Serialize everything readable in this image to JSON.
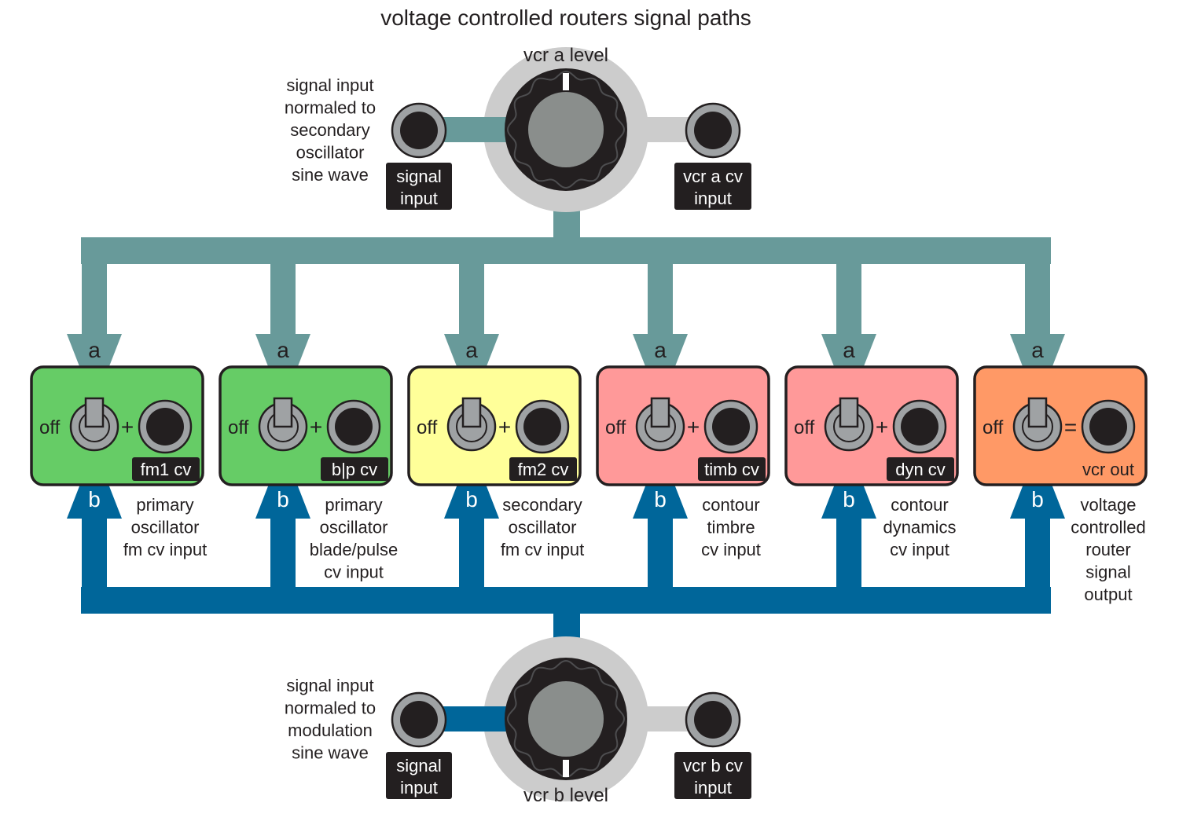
{
  "title": "voltage controlled routers signal paths",
  "colors": {
    "path_a": "#689a9a",
    "path_b": "#00669a",
    "gray_path": "#cccccc",
    "knob_dark": "#231f20",
    "knob_cap": "#8a8e8c",
    "jack_ring": "#9fa2a4",
    "jack_hole": "#231f20",
    "label_bg": "#231f20",
    "label_fg": "#ffffff",
    "text": "#231f20"
  },
  "vcr_a": {
    "knob_label": "vcr a level",
    "signal_jack_label": [
      "signal",
      "input"
    ],
    "cv_jack_label": [
      "vcr a cv",
      "input"
    ],
    "note": [
      "signal input",
      "normaled to",
      "secondary",
      "oscillator",
      "sine wave"
    ]
  },
  "vcr_b": {
    "knob_label": "vcr b level",
    "signal_jack_label": [
      "signal",
      "input"
    ],
    "cv_jack_label": [
      "vcr b cv",
      "input"
    ],
    "note": [
      "signal input",
      "normaled to",
      "modulation",
      "sine wave"
    ]
  },
  "arrow_a_letter": "a",
  "arrow_b_letter": "b",
  "off_label": "off",
  "destinations": [
    {
      "fill": "#66cc66",
      "operator": "+",
      "jack_label": "fm1 cv",
      "description": [
        "primary",
        "oscillator",
        "fm cv input"
      ]
    },
    {
      "fill": "#66cc66",
      "operator": "+",
      "jack_label": "b|p cv",
      "description": [
        "primary",
        "oscillator",
        "blade/pulse",
        "cv input"
      ]
    },
    {
      "fill": "#ffff99",
      "operator": "+",
      "jack_label": "fm2 cv",
      "description": [
        "secondary",
        "oscillator",
        "fm cv input"
      ]
    },
    {
      "fill": "#ff9999",
      "operator": "+",
      "jack_label": "timb cv",
      "description": [
        "contour",
        "timbre",
        "cv input"
      ]
    },
    {
      "fill": "#ff9999",
      "operator": "+",
      "jack_label": "dyn cv",
      "description": [
        "contour",
        "dynamics",
        "cv input"
      ]
    },
    {
      "fill": "#ff9966",
      "operator": "=",
      "jack_label": "vcr out",
      "description": [
        "voltage",
        "controlled",
        "router",
        "signal",
        "output"
      ]
    }
  ]
}
